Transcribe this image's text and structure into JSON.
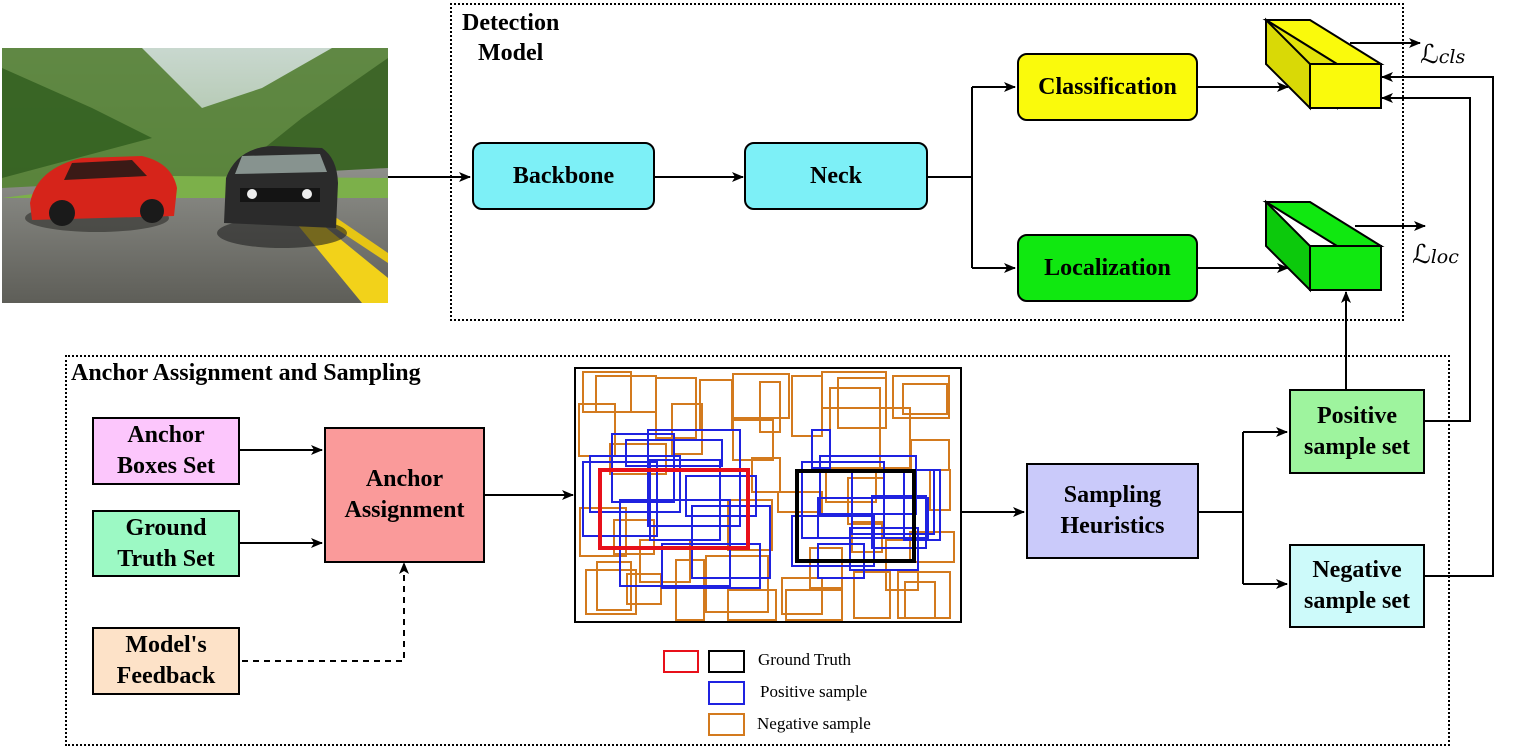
{
  "detection_model": {
    "title": "Detection\nModel",
    "backbone": "Backbone",
    "neck": "Neck",
    "classification": "Classification",
    "localization": "Localization",
    "loss_cls_symbol": "ℒ",
    "loss_cls_sub": "cls",
    "loss_loc_symbol": "ℒ",
    "loss_loc_sub": "loc"
  },
  "anchor_section": {
    "title": "Anchor Assignment and Sampling",
    "anchor_boxes_set": "Anchor\nBoxes Set",
    "ground_truth_set": "Ground\nTruth Set",
    "model_feedback": "Model's\nFeedback",
    "anchor_assignment": "Anchor\nAssignment",
    "sampling_heuristics": "Sampling\nHeuristics",
    "positive_sample_set": "Positive\nsample set",
    "negative_sample_set": "Negative\nsample set"
  },
  "legend": {
    "ground_truth": "Ground Truth",
    "positive_sample": "Positive sample",
    "negative_sample": "Negative sample"
  },
  "colors": {
    "backbone": "#7df0f7",
    "classification": "#fafa0c",
    "localization": "#10e810",
    "anchor_boxes": "#fcc6fc",
    "ground_truth": "#9cf9c4",
    "feedback": "#fde2c8",
    "anchor_assignment": "#fa9a9a",
    "sampling": "#cacafa",
    "positive_set": "#9ef49e",
    "negative_set": "#cdfafa",
    "gt_red": "#e8101a",
    "gt_black": "#000000",
    "positive_blue": "#1f22e0",
    "negative_orange": "#d37a1e"
  },
  "input_image": "photo-two-cars-on-road"
}
